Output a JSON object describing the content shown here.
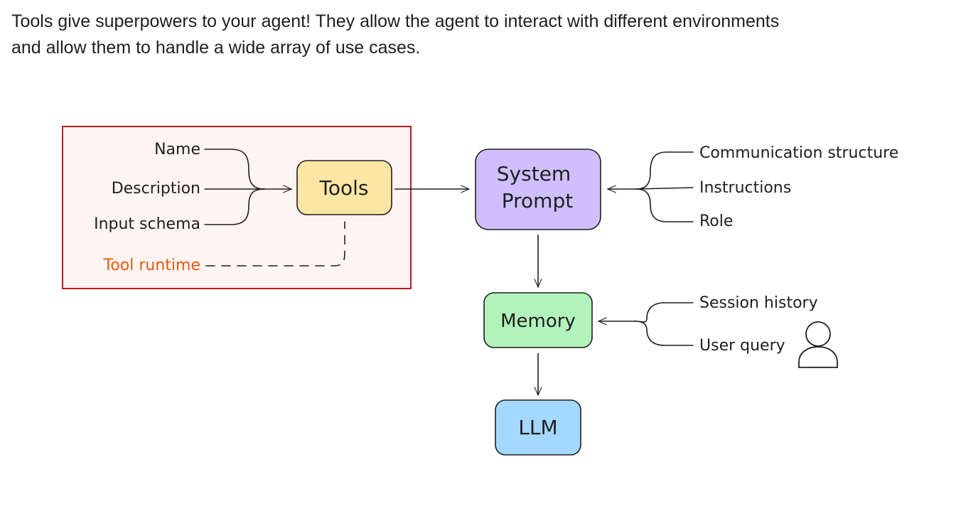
{
  "intro": {
    "line1": "Tools give superpowers to your agent! They allow the agent to interact with different environments",
    "line2": "and allow them to handle a wide array of use cases."
  },
  "tool_inputs": {
    "name": "Name",
    "description": "Description",
    "input_schema": "Input schema",
    "tool_runtime": "Tool runtime"
  },
  "nodes": {
    "tools": "Tools",
    "system_prompt_line1": "System",
    "system_prompt_line2": "Prompt",
    "memory": "Memory",
    "llm": "LLM"
  },
  "prompt_inputs": {
    "communication_structure": "Communication structure",
    "instructions": "Instructions",
    "role": "Role"
  },
  "memory_inputs": {
    "session_history": "Session history",
    "user_query": "User query"
  },
  "colors": {
    "tools_fill": "#fbe6a5",
    "system_prompt_fill": "#d0bfff",
    "memory_fill": "#b2f2bb",
    "llm_fill": "#a5d8ff",
    "highlight_frame": "#b3201b",
    "runtime_text": "#e8590c",
    "highlight_fill": "#fdf4f3"
  },
  "icons": {
    "user": "user-icon"
  }
}
